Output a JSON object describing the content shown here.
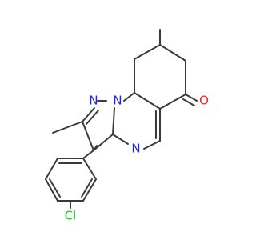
{
  "molecule": {
    "atoms": {
      "N1": {
        "symbol": "N",
        "color": "#1f1fff"
      },
      "N2": {
        "symbol": "N",
        "color": "#1f1fff"
      },
      "N3": {
        "symbol": "N",
        "color": "#1f1fff"
      },
      "O1": {
        "symbol": "O",
        "color": "#ff1f1f"
      },
      "Cl1": {
        "symbol": "Cl",
        "color": "#1fc41f"
      }
    },
    "bond_color": "#3a3a3a"
  }
}
